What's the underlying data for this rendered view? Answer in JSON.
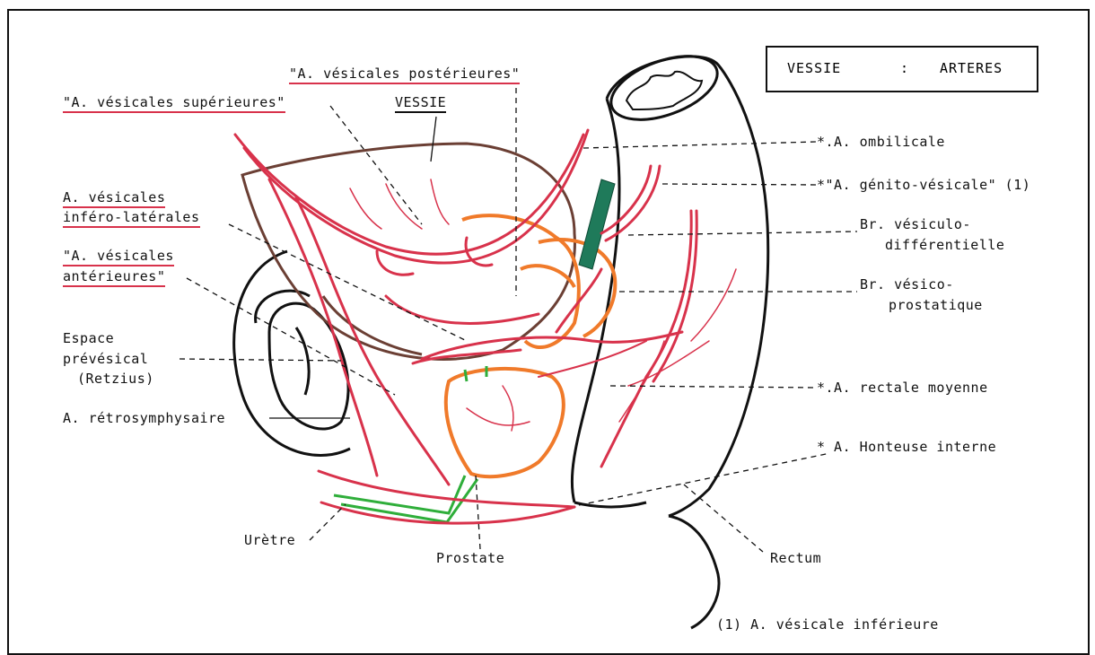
{
  "title": {
    "left": "VESSIE",
    "sep": ":",
    "right": "ARTERES"
  },
  "labels": {
    "vesicales_posterieures": "\"A. vésicales postérieures\"",
    "vesicales_superieures": "\"A. vésicales supérieures\"",
    "vessie": "VESSIE",
    "infero_lat_1": "A. vésicales",
    "infero_lat_2": "inféro-latérales",
    "anterieures_1": "\"A. vésicales",
    "anterieures_2": "antérieures\"",
    "espace_1": "Espace",
    "espace_2": "prévésical",
    "espace_3": "(Retzius)",
    "retrosymphysaire": "A. rétrosymphysaire",
    "uretre": "Urètre",
    "prostate": "Prostate",
    "rectum": "Rectum",
    "ombilicale": "*.A. ombilicale",
    "genito_vesicale": "*\"A. génito-vésicale\" (1)",
    "vesiculo_1": "Br. vésiculo-",
    "vesiculo_2": "différentielle",
    "vesico_1": "Br. vésico-",
    "vesico_2": "prostatique",
    "rectale": "*.A. rectale moyenne",
    "honteuse": "* A. Honteuse interne",
    "footnote": "(1) A. vésicale inférieure"
  },
  "colors": {
    "artery": "#d8324b",
    "prostate": "#f07a2a",
    "urethra": "#2fae3a",
    "outline": "#111111",
    "bladder": "#6b3f34",
    "instrument": "#1f7a5a"
  }
}
